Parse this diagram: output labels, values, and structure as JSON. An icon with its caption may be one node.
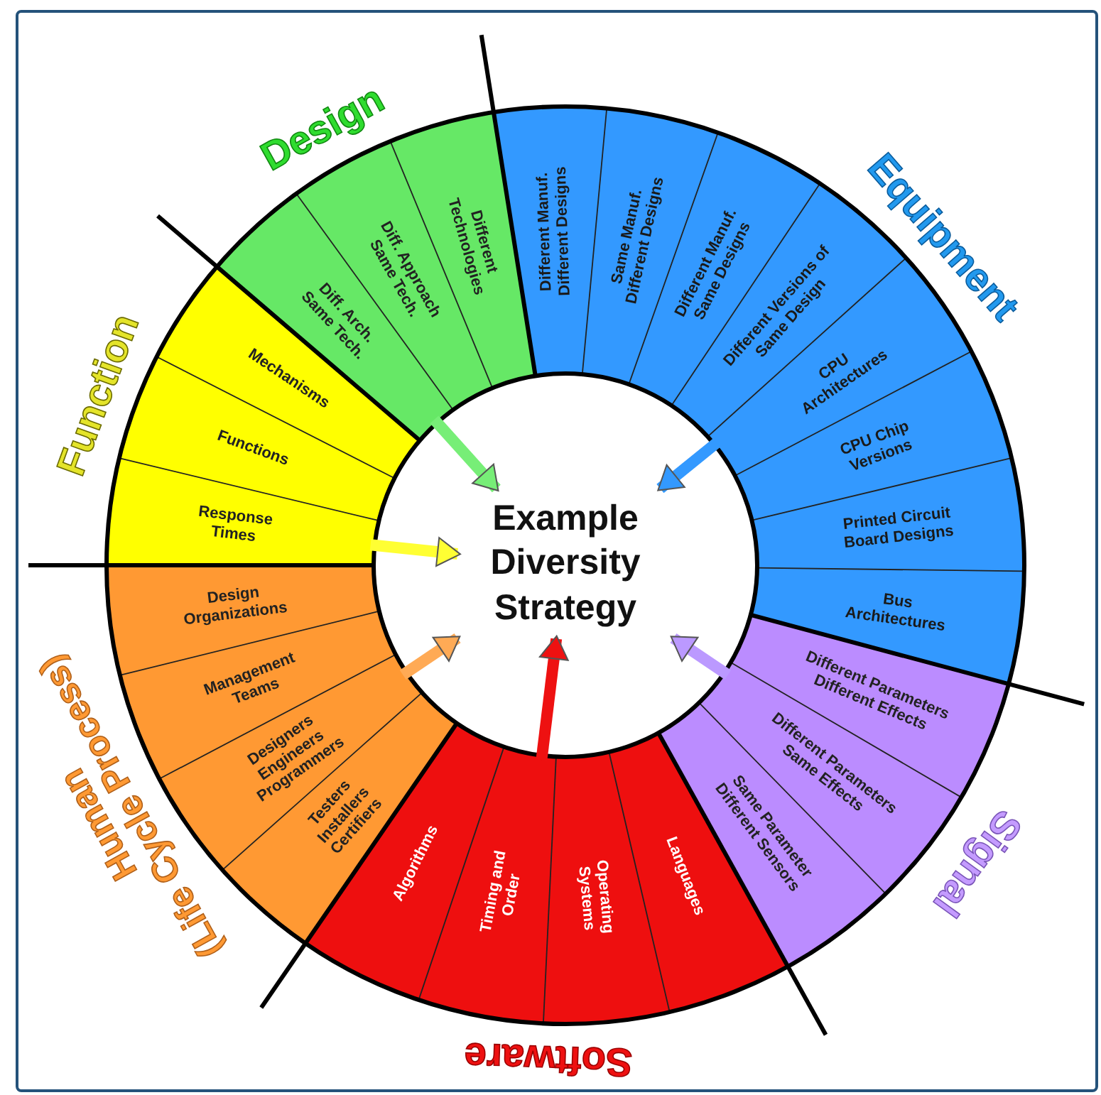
{
  "diagram": {
    "nodes": [
      {
        "text": [
          "Design"
        ]
      },
      {
        "text": [
          "Diff. Arch. Same Tech."
        ],
        "in": 0
      },
      {
        "text": [
          "Diff. Approach Same Tech."
        ],
        "in": 0
      },
      {
        "text": [
          "Different Technologies"
        ],
        "in": 0
      },
      {
        "text": [
          "Equipment"
        ]
      },
      {
        "text": [
          "Different Manuf. Different Designs"
        ],
        "in": 4
      },
      {
        "text": [
          "Same Manuf. Different Designs"
        ],
        "in": 4
      },
      {
        "text": [
          "Different Manuf. Same Designs"
        ],
        "in": 4
      },
      {
        "text": [
          "Different Versions of Same Design"
        ],
        "in": 4
      },
      {
        "text": [
          "CPU Architectures"
        ],
        "in": 4
      },
      {
        "text": [
          "CPU Chip Versions"
        ],
        "in": 4
      },
      {
        "text": [
          "Printed Circuit Board Designs"
        ],
        "in": 4
      },
      {
        "text": [
          "Bus Architectures"
        ],
        "in": 4
      },
      {
        "text": [
          "Signal"
        ]
      },
      {
        "text": [
          "Different Parameters Different Effects"
        ],
        "in": 13
      },
      {
        "text": [
          "Different Parameters Same Effects"
        ],
        "in": 13
      },
      {
        "text": [
          "Same Parameter Different Sensors"
        ],
        "in": 13
      },
      {
        "text": [
          "Software"
        ]
      },
      {
        "text": [
          "Algorithms"
        ],
        "in": 17
      },
      {
        "text": [
          "Timing and Order"
        ],
        "in": 17
      },
      {
        "text": [
          "Operating Systems"
        ],
        "in": 17
      },
      {
        "text": [
          "Languages"
        ],
        "in": 17
      },
      {
        "text": [
          "Human",
          "(Life Cycle Process)"
        ]
      },
      {
        "text": [
          "Design Organizations"
        ],
        "in": 22
      },
      {
        "text": [
          "Management Teams"
        ],
        "in": 22
      },
      {
        "text": [
          "Designers Engineers Programmers"
        ],
        "in": 22
      },
      {
        "text": [
          "Testers Installers Certifiers"
        ],
        "in": 22
      },
      {
        "text": [
          "Function"
        ]
      },
      {
        "text": [
          "Mechanisms"
        ],
        "in": 27
      },
      {
        "text": [
          "Functions"
        ],
        "in": 27
      },
      {
        "text": [
          "Response Times"
        ],
        "in": 27
      },
      {
        "text": [
          "Example Diversity Strategy"
        ]
      }
    ],
    "edges": [
      {
        "from": 0,
        "to": 31,
        "arrow": "to",
        "color": "#77ee77"
      },
      {
        "from": 4,
        "to": 31,
        "arrow": "to",
        "color": "#3399ff"
      },
      {
        "from": 13,
        "to": 31,
        "arrow": "to",
        "color": "#bb99ff"
      },
      {
        "from": 17,
        "to": 31,
        "arrow": "to",
        "color": "#ee1111"
      },
      {
        "from": 22,
        "to": 31,
        "arrow": "to",
        "color": "#ffaa55"
      },
      {
        "from": 27,
        "to": 31,
        "arrow": "to",
        "color": "#ffff33"
      }
    ]
  }
}
